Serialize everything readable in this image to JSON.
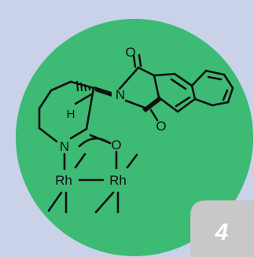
{
  "badge": {
    "number": "4"
  },
  "atoms": {
    "top_o": "O",
    "bottom_o": "O",
    "imide_n": "N",
    "h_label": "H",
    "lactam_n": "N",
    "lactam_o": "O",
    "rh_left": "Rh",
    "rh_right": "Rh"
  },
  "colors": {
    "background": "#c9d2e9",
    "disc": "#3dba73",
    "badge_fill": "#c8c8c8",
    "ink": "#111111"
  }
}
